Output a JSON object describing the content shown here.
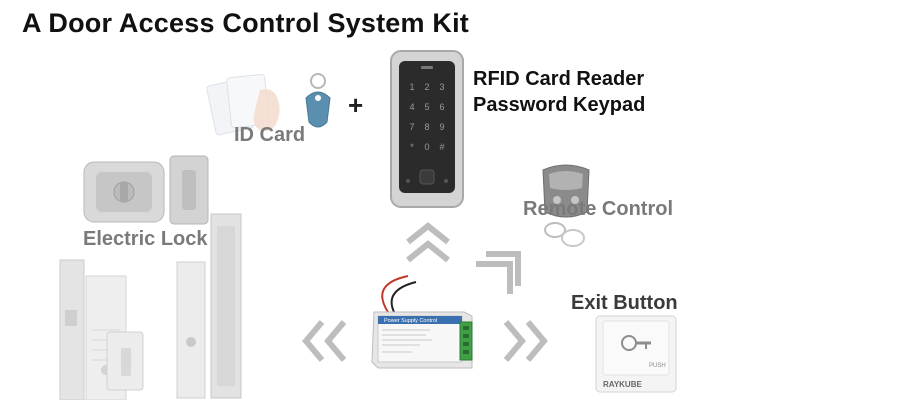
{
  "title": "A Door Access Control System Kit",
  "labels": {
    "id_card": "ID Card",
    "plus": "+",
    "reader_line1": "RFID Card Reader",
    "reader_line2": "Password Keypad",
    "remote_control": "Remote Control",
    "electric_lock": "Electric Lock",
    "exit_button": "Exit Button"
  },
  "device_text": {
    "power_supply_label": "Power Supply Control",
    "exit_brand": "RAYKUBE",
    "exit_push": "PUSH"
  },
  "keypad_keys": [
    "1",
    "2",
    "3",
    "4",
    "5",
    "6",
    "7",
    "8",
    "9",
    "*",
    "0",
    "#"
  ],
  "colors": {
    "title_text": "#111111",
    "faded_label": "#7a7a7a",
    "arrow": "#bdbdbd",
    "keypad_face": "#2b2b2b",
    "reader_frame": "#c9c9c9",
    "power_supply_sticker": "#3a6fb0",
    "keyfob": "#5b8fb0"
  }
}
